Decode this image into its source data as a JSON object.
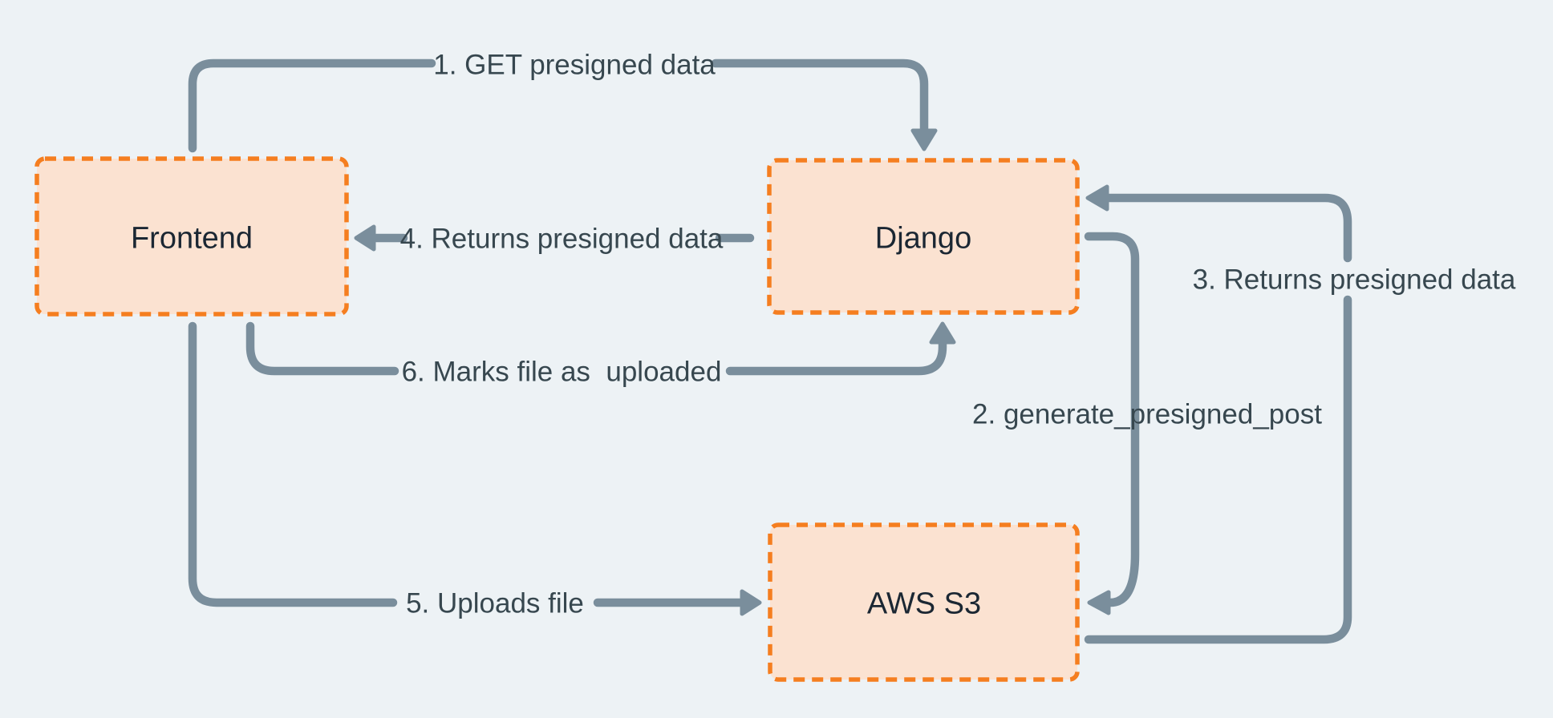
{
  "diagram": {
    "colors": {
      "background": "#EDF2F5",
      "node_fill": "#FBE2D1",
      "node_border": "#F57E20",
      "arrow": "#7A8E9C",
      "edge_label_text": "#37474F",
      "node_label_text": "#1B2733"
    },
    "nodes": [
      {
        "id": "frontend",
        "label": "Frontend"
      },
      {
        "id": "django",
        "label": "Django"
      },
      {
        "id": "aws-s3",
        "label": "AWS S3"
      }
    ],
    "edges": [
      {
        "id": "1",
        "label": "1. GET presigned data",
        "from": "Frontend",
        "to": "Django"
      },
      {
        "id": "2",
        "label": "2. generate_presigned_post",
        "from": "Django",
        "to": "AWS S3"
      },
      {
        "id": "3",
        "label": "3. Returns presigned data",
        "from": "AWS S3",
        "to": "Django"
      },
      {
        "id": "4",
        "label": "4. Returns presigned data",
        "from": "Django",
        "to": "Frontend"
      },
      {
        "id": "5",
        "label": "5. Uploads file",
        "from": "Frontend",
        "to": "AWS S3"
      },
      {
        "id": "6",
        "label": "6. Marks file as  uploaded",
        "from": "Frontend",
        "to": "Django"
      }
    ]
  }
}
